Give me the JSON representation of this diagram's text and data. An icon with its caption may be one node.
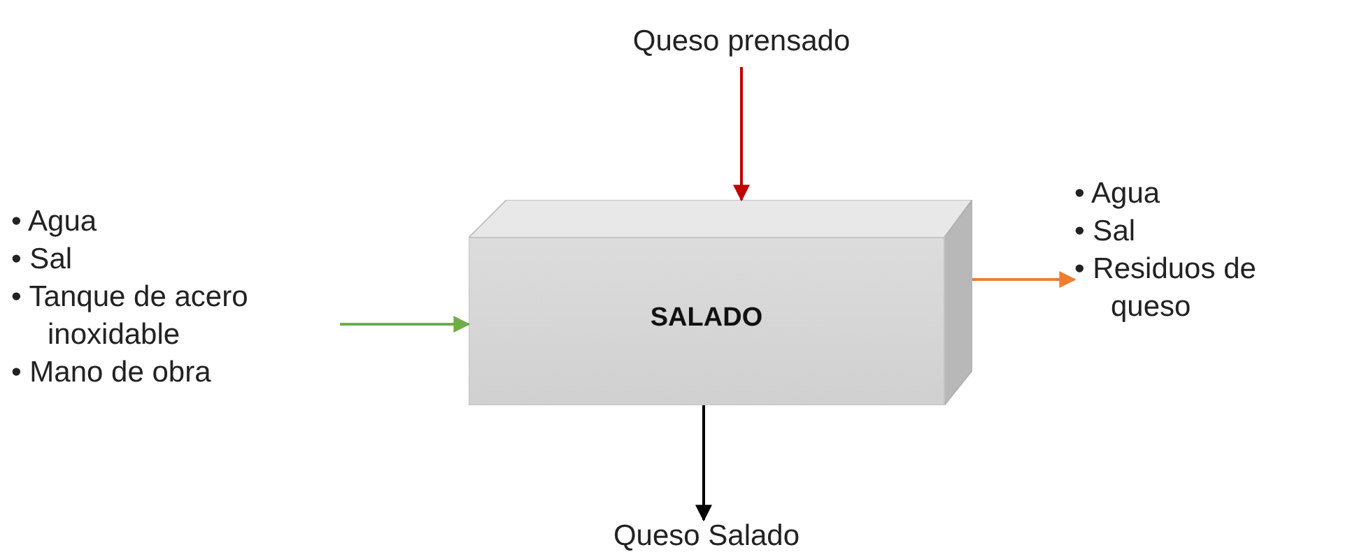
{
  "diagram": {
    "nodes": [
      {
        "text": [
          "Queso prensado"
        ]
      },
      {
        "text": [
          "SALADO"
        ]
      },
      {
        "text": [
          "• Agua",
          "• Sal",
          "• Tanque de acero inoxidable",
          "• Mano de obra"
        ]
      },
      {
        "text": [
          "• Agua",
          "• Sal",
          "• Residuos de queso"
        ]
      },
      {
        "text": [
          "Queso Salado"
        ]
      }
    ],
    "edges": [
      {
        "from": 0,
        "to": 1,
        "arrow": "to",
        "color": "#c00000"
      },
      {
        "from": 2,
        "to": 1,
        "arrow": "to",
        "color": "#70ad47"
      },
      {
        "from": 1,
        "to": 3,
        "arrow": "to",
        "color": "#ed7d31"
      },
      {
        "from": 1,
        "to": 4,
        "arrow": "to",
        "color": "#000000"
      }
    ]
  }
}
